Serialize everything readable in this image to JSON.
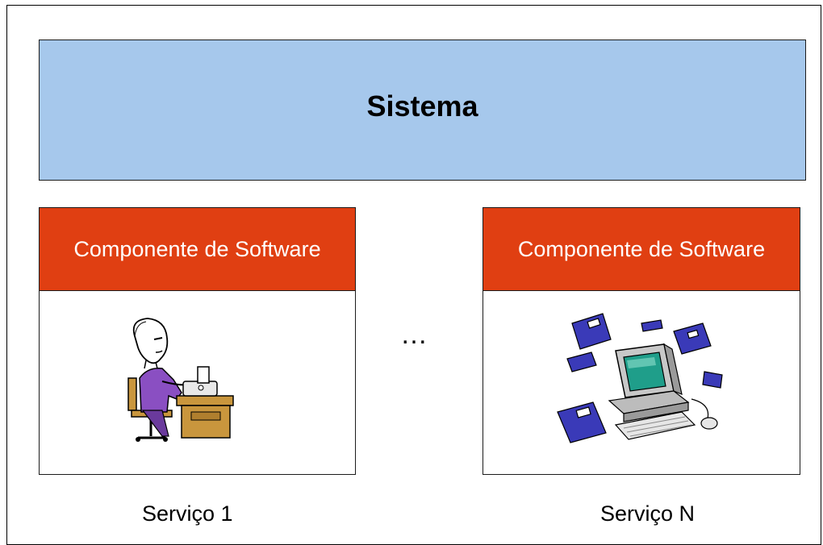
{
  "system": {
    "title": "Sistema"
  },
  "components": [
    {
      "label": "Componente de Software",
      "service": "Serviço 1",
      "icon": "typist-icon"
    },
    {
      "label": "Componente de Software",
      "service": "Serviço N",
      "icon": "computer-floppy-icon"
    }
  ],
  "ellipsis": "…",
  "colors": {
    "system_fill": "#a6c8ec",
    "component_header": "#e03f12"
  }
}
